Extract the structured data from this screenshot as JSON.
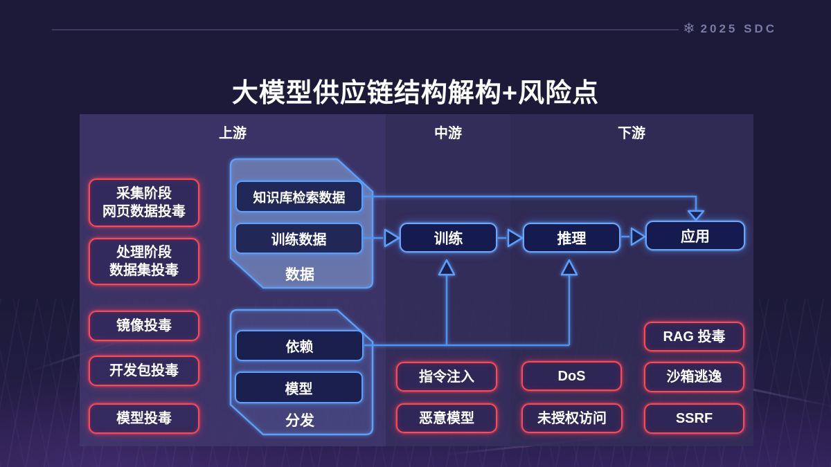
{
  "brand": {
    "icon": "❄",
    "label": "2025 SDC"
  },
  "title": "大模型供应链结构解构+风险点",
  "columns": {
    "upstream": "上游",
    "midstream": "中游",
    "downstream": "下游"
  },
  "upstream": {
    "data_poisoning": [
      {
        "line1": "采集阶段",
        "line2": "网页数据投毒"
      },
      {
        "line1": "处理阶段",
        "line2": "数据集投毒"
      }
    ],
    "supply_poisoning": [
      "镜像投毒",
      "开发包投毒",
      "模型投毒"
    ],
    "data_group": {
      "retrieval": "知识库检索数据",
      "training_data": "训练数据",
      "label": "数据"
    },
    "distribution_group": {
      "dependency": "依赖",
      "model": "模型",
      "label": "分发"
    }
  },
  "pipeline": {
    "training": "训练",
    "inference": "推理",
    "application": "应用"
  },
  "midstream_risks": [
    "指令注入",
    "恶意模型"
  ],
  "inference_risks": [
    "DoS",
    "未授权访问"
  ],
  "downstream_risks": [
    "RAG 投毒",
    "沙箱逃逸",
    "SSRF"
  ],
  "colors": {
    "accent_blue": "#5ea0f8",
    "accent_red": "#ff4755",
    "panel_purple": "#40376c",
    "background": "#1c1a38"
  }
}
